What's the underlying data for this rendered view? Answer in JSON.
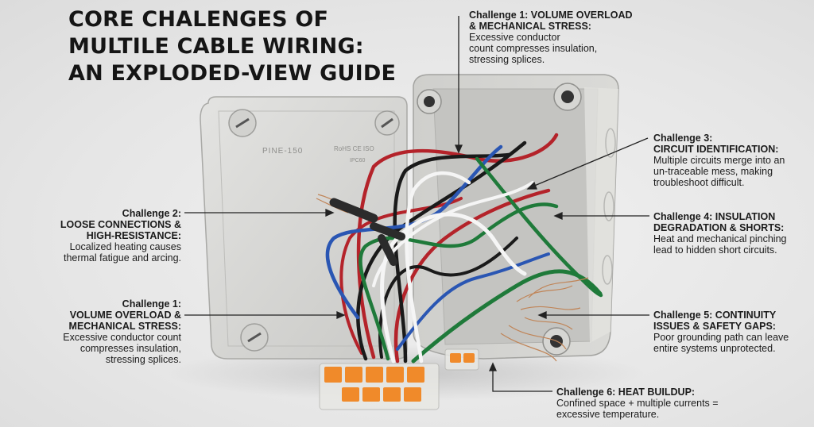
{
  "title": {
    "line1": "CORE CHALENGES OF",
    "line2": "MULTILE CABLE WIRING:",
    "line3": "AN EXPLODED-VIEW GUIDE"
  },
  "lid_text": {
    "model": "PINE-150",
    "marks": "RoHS CE ISO",
    "rating": "IPC60"
  },
  "callouts": {
    "c1_top": {
      "head1": "Challenge 1: VOLUME OVERLOAD",
      "head2": "& MECHANICAL STRESS:",
      "body": [
        "Excessive conductor",
        "count compresses insulation,",
        "stressing splices."
      ]
    },
    "c2": {
      "head": [
        "Challenge 2:",
        "LOOSE CONNECTIONS &",
        "HIGH-RESISTANCE:"
      ],
      "body": [
        "Localized heating causes",
        "thermal fatigue and arcing."
      ]
    },
    "c1_left": {
      "head": [
        "Challenge 1:",
        "VOLUME OVERLOAD &",
        "MECHANICAL STRESS:"
      ],
      "body": [
        "Excessive conductor count",
        "compresses insulation,",
        "stressing splices."
      ]
    },
    "c3": {
      "head": [
        "Challenge 3:",
        "CIRCUIT IDENTIFICATION:"
      ],
      "body": [
        "Multiple circuits merge into an",
        "un-traceable mess, making",
        "troubleshoot difficult."
      ]
    },
    "c4": {
      "head": [
        "Challenge 4: INSULATION",
        "DEGRADATION & SHORTS:"
      ],
      "body": [
        "Heat and mechanical pinching",
        "lead to hidden short circuits."
      ]
    },
    "c5": {
      "head": [
        "Challenge 5: CONTINUITY",
        "ISSUES & SAFETY GAPS:"
      ],
      "body": [
        "Poor grounding path can leave",
        "entire systems unprotected."
      ]
    },
    "c6": {
      "head": [
        "Challenge 6: HEAT BUILDUP:"
      ],
      "body": [
        "Confined space + multiple currents =",
        "excessive temperature."
      ]
    }
  },
  "colors": {
    "box": "#d9d9d7",
    "box_shadow": "#b9b9b6",
    "wire_red": "#b4232a",
    "wire_black": "#1a1a1a",
    "wire_white": "#f5f5f5",
    "wire_blue": "#2a56b3",
    "wire_green": "#1f7a3a",
    "copper": "#c08457",
    "connector_orange": "#f08a2a",
    "pointer": "#222222"
  }
}
